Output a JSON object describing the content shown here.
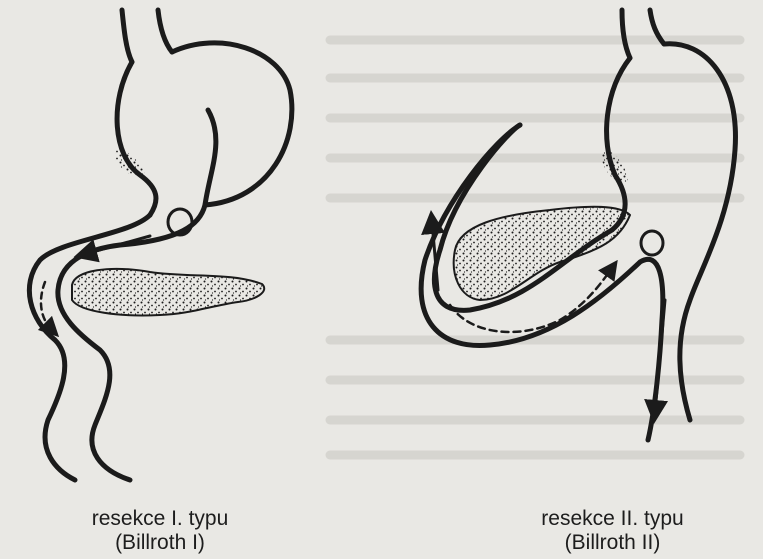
{
  "diagrams": [
    {
      "caption_line1": "resekce I. typu",
      "caption_line2": "(Billroth I)"
    },
    {
      "caption_line1": "resekce II. typu",
      "caption_line2": "(Billroth II)"
    }
  ],
  "colors": {
    "paper": "#e9e8e4",
    "ink": "#1b1b1b",
    "faded_text": "#c8c7c2"
  }
}
